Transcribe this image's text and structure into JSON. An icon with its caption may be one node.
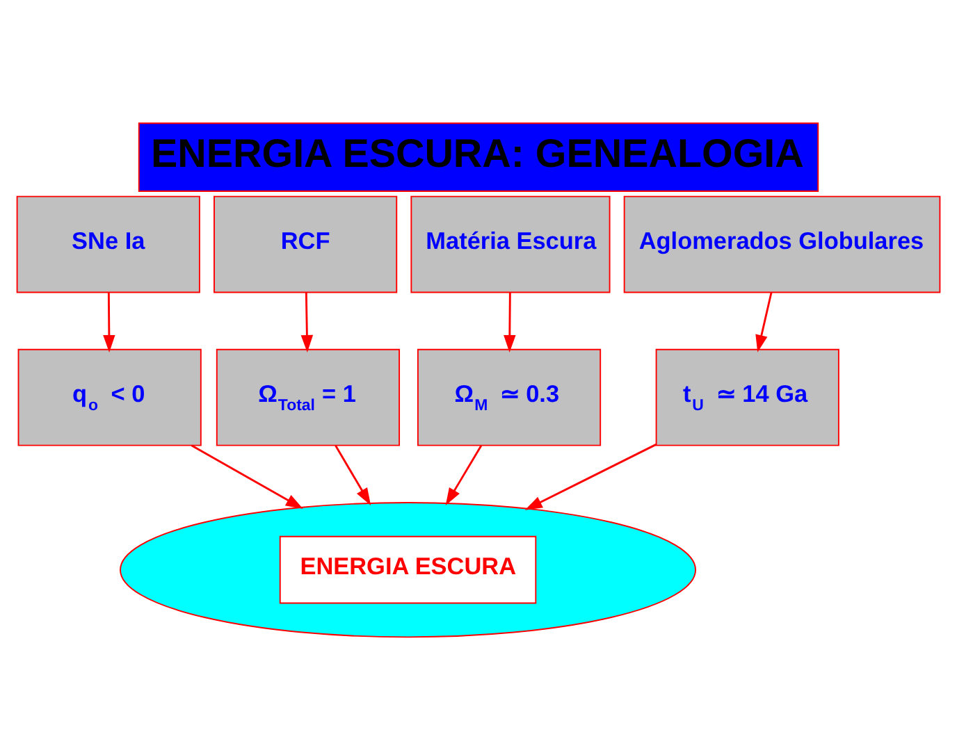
{
  "diagram": {
    "title": "ENERGIA ESCURA: GENEALOGIA",
    "nodes": [
      {
        "text": [
          "SNe Ia"
        ]
      },
      {
        "text": [
          "RCF"
        ]
      },
      {
        "text": [
          "Matéria Escura"
        ]
      },
      {
        "text": [
          "Aglomerados Globulares"
        ]
      },
      {
        "text": [
          "q$_{o}$ < 0"
        ]
      },
      {
        "text": [
          "Ω$_{Total}$ = 1"
        ]
      },
      {
        "text": [
          "Ω$_{M}$ ≃ 0.3"
        ]
      },
      {
        "text": [
          "t$_{U}$ ≃ 14 Ga"
        ]
      },
      {
        "text": [
          "ENERGIA ESCURA"
        ]
      }
    ],
    "edges": [
      {
        "from": 0,
        "to": 4,
        "arrow": "to"
      },
      {
        "from": 1,
        "to": 5,
        "arrow": "to"
      },
      {
        "from": 2,
        "to": 6,
        "arrow": "to"
      },
      {
        "from": 3,
        "to": 7,
        "arrow": "to"
      },
      {
        "from": 4,
        "to": 8,
        "arrow": "to"
      },
      {
        "from": 5,
        "to": 8,
        "arrow": "to"
      },
      {
        "from": 6,
        "to": 8,
        "arrow": "to"
      },
      {
        "from": 7,
        "to": 8,
        "arrow": "to"
      }
    ]
  }
}
